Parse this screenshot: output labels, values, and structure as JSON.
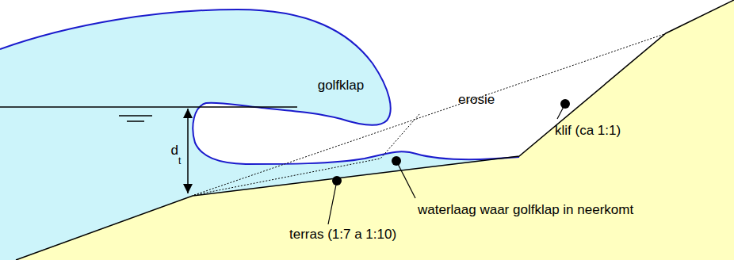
{
  "diagram": {
    "labels": [
      "golfklap",
      "d",
      "t",
      "erosie",
      "klif (ca 1:1)",
      "waterlaag waar golfklap in neerkomt",
      "terras (1:7 a 1:10)"
    ]
  }
}
